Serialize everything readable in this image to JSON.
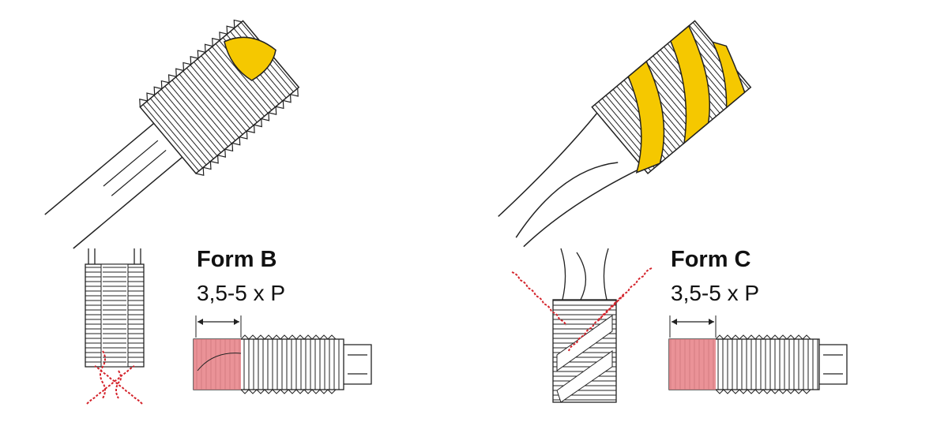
{
  "forms": [
    {
      "title": "Form B",
      "chamfer": "3,5-5 x P"
    },
    {
      "title": "Form C",
      "chamfer": "3,5-5 x P"
    }
  ],
  "colors": {
    "flute": "#f5c800",
    "chamfer": "#e8868c",
    "chips": "#d4232b",
    "line": "#222222"
  }
}
